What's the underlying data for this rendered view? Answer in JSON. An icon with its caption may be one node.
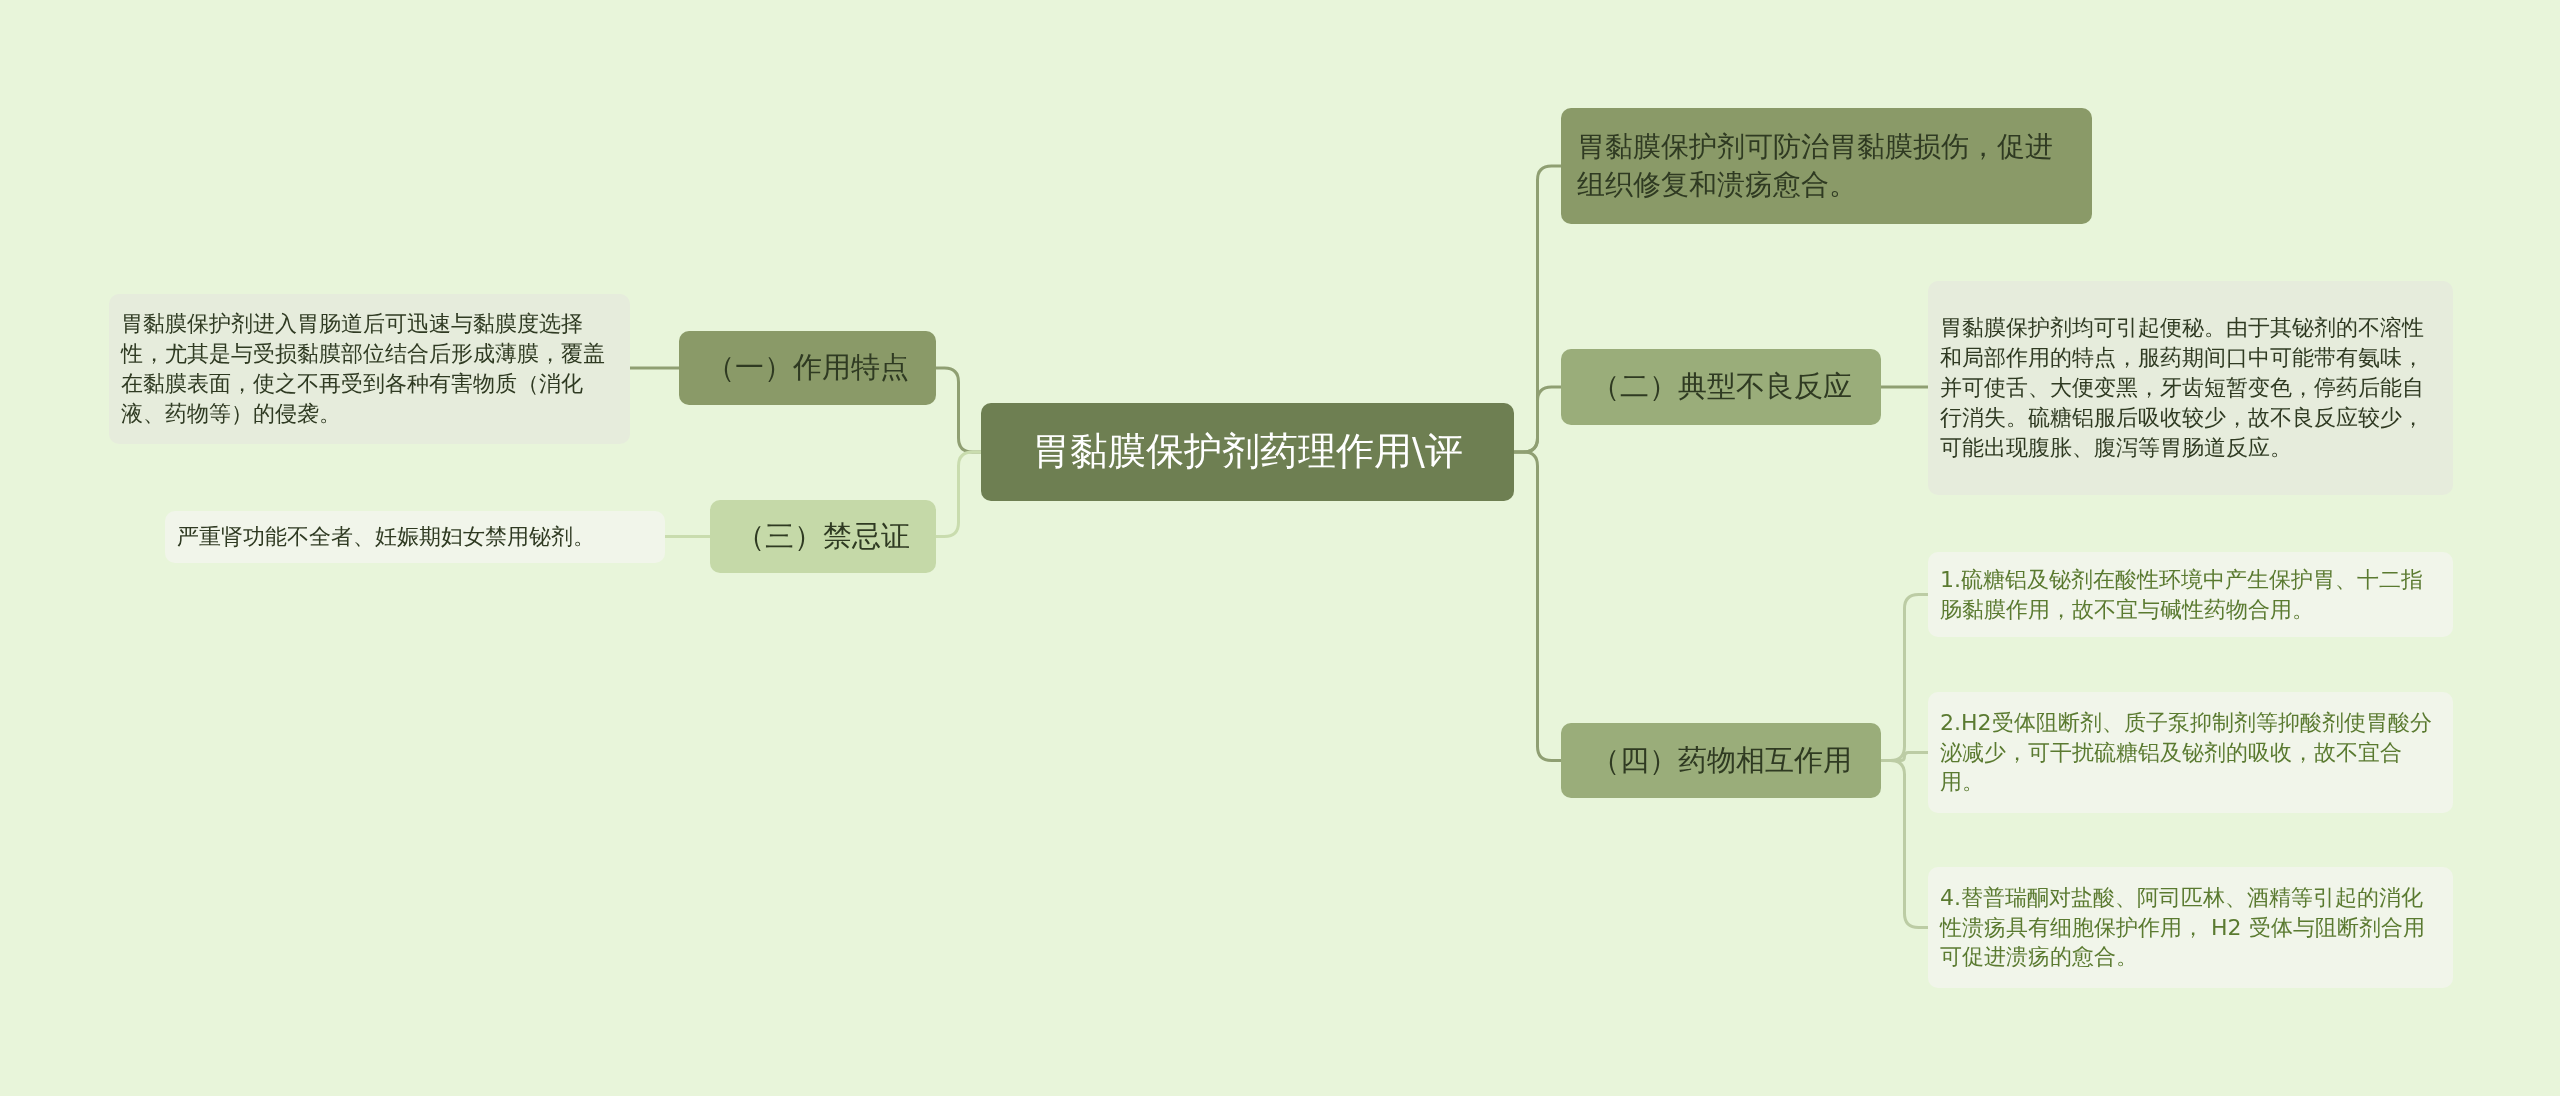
{
  "diagram": {
    "nodes": [
      {
        "text": [
          "胃黏膜保护剂药理作用\\评"
        ]
      },
      {
        "text": [
          "（一）作用特点"
        ]
      },
      {
        "text": [
          "胃黏膜保护剂进入胃肠道后可迅速与黏膜度选择性，尤其是与受损黏膜部位结合后形成薄膜，覆盖在黏膜表面，使之不再受到各种有害物质（消化液、药物等）的侵袭。"
        ]
      },
      {
        "text": [
          "（三）禁忌证"
        ]
      },
      {
        "text": [
          "严重肾功能不全者、妊娠期妇女禁用铋剂。"
        ]
      },
      {
        "text": [
          "胃黏膜保护剂可防治胃黏膜损伤，促进组织修复和溃疡愈合。"
        ]
      },
      {
        "text": [
          "（二）典型不良反应"
        ]
      },
      {
        "text": [
          "胃黏膜保护剂均可引起便秘。由于其铋剂的不溶性和局部作用的特点，服药期间口中可能带有氨味，并可使舌、大便变黑，牙齿短暂变色，停药后能自行消失。硫糖铝服后吸收较少，故不良反应较少，可能出现腹胀、腹泻等胃肠道反应。"
        ]
      },
      {
        "text": [
          "（四）药物相互作用"
        ]
      },
      {
        "text": [
          "1.硫糖铝及铋剂在酸性环境中产生保护胃、十二指肠黏膜作用，故不宜与碱性药物合用。"
        ]
      },
      {
        "text": [
          "2.H2受体阻断剂、质子泵抑制剂等抑酸剂使胃酸分泌减少，可干扰硫糖铝及铋剂的吸收，故不宜合用。"
        ]
      },
      {
        "text": [
          "4.替普瑞酮对盐酸、阿司匹林、酒精等引起的消化性溃疡具有细胞保护作用， H2 受体与阻断剂合用可促进溃疡的愈合。"
        ]
      }
    ],
    "edges": [
      {
        "from": 0,
        "to": 1,
        "arrow": "none"
      },
      {
        "from": 1,
        "to": 2,
        "arrow": "none"
      },
      {
        "from": 0,
        "to": 3,
        "arrow": "none",
        "color": "#c9dcae"
      },
      {
        "from": 3,
        "to": 4,
        "arrow": "none",
        "color": "#c9dcae"
      },
      {
        "from": 0,
        "to": 5,
        "arrow": "none"
      },
      {
        "from": 0,
        "to": 6,
        "arrow": "none"
      },
      {
        "from": 6,
        "to": 7,
        "arrow": "none"
      },
      {
        "from": 0,
        "to": 8,
        "arrow": "none"
      },
      {
        "from": 8,
        "to": 9,
        "arrow": "none",
        "color": "#bccca4"
      },
      {
        "from": 8,
        "to": 10,
        "arrow": "none",
        "color": "#bccca4"
      },
      {
        "from": 8,
        "to": 11,
        "arrow": "none",
        "color": "#bccca4"
      }
    ]
  }
}
